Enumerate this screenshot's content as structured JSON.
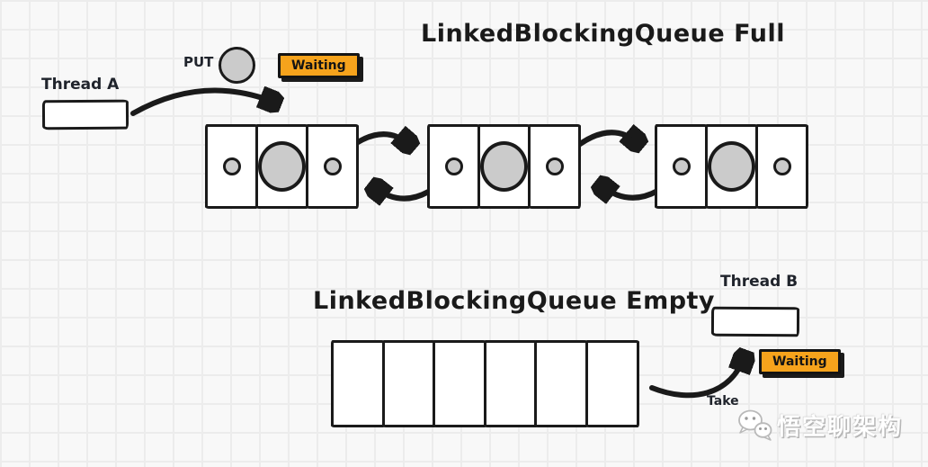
{
  "titles": {
    "full": "LinkedBlockingQueue Full",
    "empty": "LinkedBlockingQueue Empty"
  },
  "top_section": {
    "thread_label": "Thread A",
    "put_label": "PUT",
    "waiting_label": "Waiting",
    "queue": {
      "node_count": 3,
      "cells_per_node": 3
    }
  },
  "bottom_section": {
    "thread_label": "Thread B",
    "take_label": "Take",
    "waiting_label": "Waiting",
    "queue": {
      "cell_count": 6
    }
  },
  "watermark": {
    "text": "悟空聊架构",
    "logo": "wechat-chat-bubbles-icon"
  },
  "colors": {
    "badge_orange": "#F6A31C",
    "ink": "#1A1A1A",
    "item_gray": "#CBCBCB",
    "background": "#F8F8F8",
    "grid_line": "#ECECEC"
  }
}
